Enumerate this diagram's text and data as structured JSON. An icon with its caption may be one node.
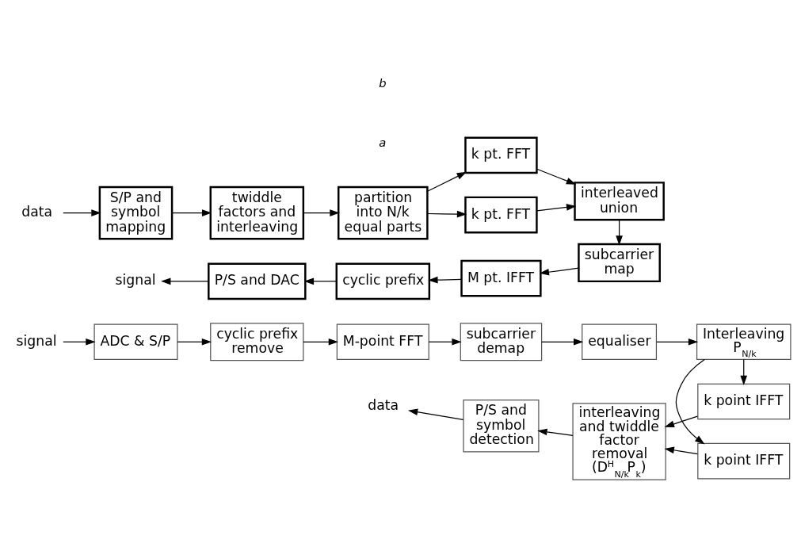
{
  "diagram": {
    "nodes": [
      {
        "text": [
          "data"
        ]
      },
      {
        "text": [
          "S/P and symbol mapping"
        ]
      },
      {
        "text": [
          "twiddle factors and interleaving"
        ]
      },
      {
        "text": [
          "partition into N/k equal parts"
        ]
      },
      {
        "text": [
          "k pt. FFT"
        ]
      },
      {
        "text": [
          "k pt. FFT"
        ]
      },
      {
        "text": [
          "interleaved union"
        ]
      },
      {
        "text": [
          "subcarrier map"
        ]
      },
      {
        "text": [
          "M pt. IFFT"
        ]
      },
      {
        "text": [
          "cyclic prefix"
        ]
      },
      {
        "text": [
          "P/S and DAC"
        ]
      },
      {
        "text": [
          "signal"
        ]
      },
      {
        "text": [
          "signal"
        ]
      },
      {
        "text": [
          "ADC & S/P"
        ]
      },
      {
        "text": [
          "cyclic prefix remove"
        ]
      },
      {
        "text": [
          "M-point FFT"
        ]
      },
      {
        "text": [
          "subcarrier demap"
        ]
      },
      {
        "text": [
          "equaliser"
        ]
      },
      {
        "text": [
          "Interleaving",
          "P$_{N/k}$"
        ]
      },
      {
        "text": [
          "k point IFFT"
        ]
      },
      {
        "text": [
          "k point IFFT"
        ]
      },
      {
        "text": [
          "interleaving and twiddle factor removal (D$^{H}$$_{N/k}$P$_{k}$)"
        ]
      },
      {
        "text": [
          "P/S and symbol detection"
        ]
      },
      {
        "text": [
          "data"
        ]
      }
    ],
    "edges": [
      {
        "from": 0,
        "to": 1,
        "arrow": "to"
      },
      {
        "from": 1,
        "to": 2,
        "arrow": "to"
      },
      {
        "from": 2,
        "to": 3,
        "arrow": "to"
      },
      {
        "from": 3,
        "to": 4,
        "arrow": "to"
      },
      {
        "from": 3,
        "to": 5,
        "arrow": "to"
      },
      {
        "from": 4,
        "to": 6,
        "arrow": "to"
      },
      {
        "from": 5,
        "to": 6,
        "arrow": "to"
      },
      {
        "from": 6,
        "to": 7,
        "arrow": "to"
      },
      {
        "from": 7,
        "to": 8,
        "arrow": "to"
      },
      {
        "from": 8,
        "to": 9,
        "arrow": "to"
      },
      {
        "from": 9,
        "to": 10,
        "arrow": "to"
      },
      {
        "from": 10,
        "to": 11,
        "arrow": "to"
      },
      {
        "from": 12,
        "to": 13,
        "arrow": "to"
      },
      {
        "from": 13,
        "to": 14,
        "arrow": "to"
      },
      {
        "from": 14,
        "to": 15,
        "arrow": "to"
      },
      {
        "from": 15,
        "to": 16,
        "arrow": "to"
      },
      {
        "from": 16,
        "to": 17,
        "arrow": "to"
      },
      {
        "from": 17,
        "to": 18,
        "arrow": "to"
      },
      {
        "from": 18,
        "to": 19,
        "arrow": "to"
      },
      {
        "from": 18,
        "to": 20,
        "arrow": "to"
      },
      {
        "from": 19,
        "to": 21,
        "arrow": "to"
      },
      {
        "from": 20,
        "to": 21,
        "arrow": "to"
      },
      {
        "from": 21,
        "to": 22,
        "arrow": "to"
      },
      {
        "from": 22,
        "to": 23,
        "arrow": "to"
      }
    ],
    "labels": [
      "a",
      "b"
    ]
  }
}
